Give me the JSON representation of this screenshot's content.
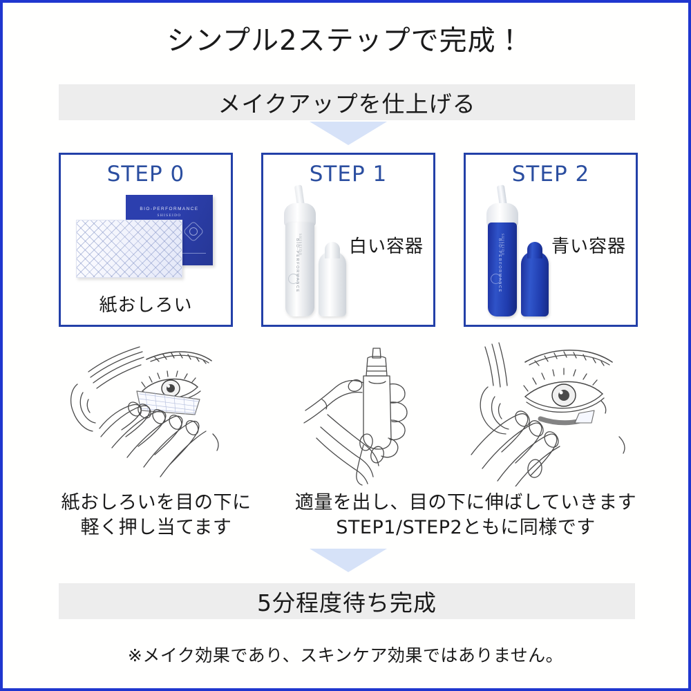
{
  "page": {
    "headline": "シンプル2ステップで完成！",
    "frame_color": "#1f36cf",
    "background": "#ffffff"
  },
  "banners": {
    "top": "メイクアップを仕上げる",
    "bottom": "5分程度待ち完成",
    "background": "#ededed",
    "arrow_color": "#d6e2f8"
  },
  "steps": [
    {
      "title": "STEP 0",
      "caption": "紙おしろい",
      "product": {
        "brand": "BIO-PERFORMANCE",
        "house": "SHISEIDO",
        "kind": "paper-powder-package"
      }
    },
    {
      "title": "STEP 1",
      "caption": "白い容器",
      "product": {
        "brand": "BIO-PERFORMANCE",
        "house": "SHISEIDO",
        "kind": "white-bottle"
      }
    },
    {
      "title": "STEP 2",
      "caption": "青い容器",
      "product": {
        "brand": "BIO-PERFORMANCE",
        "house": "SHISEIDO",
        "kind": "blue-bottle"
      }
    }
  ],
  "step_title_color": "#2b4ea0",
  "card_border_color": "#2340a8",
  "instructions": {
    "left": {
      "line1": "紙おしろいを目の下に",
      "line2": "軽く押し当てます"
    },
    "right": {
      "line1": "適量を出し、目の下に伸ばしていきます",
      "line2": "STEP1/STEP2ともに同様です"
    }
  },
  "illustrations": [
    {
      "name": "press-paper-powder-under-eye"
    },
    {
      "name": "hand-holding-bottle"
    },
    {
      "name": "blend-under-eye-with-fingers"
    }
  ],
  "footnote": "※メイク効果であり、スキンケア効果ではありません。"
}
